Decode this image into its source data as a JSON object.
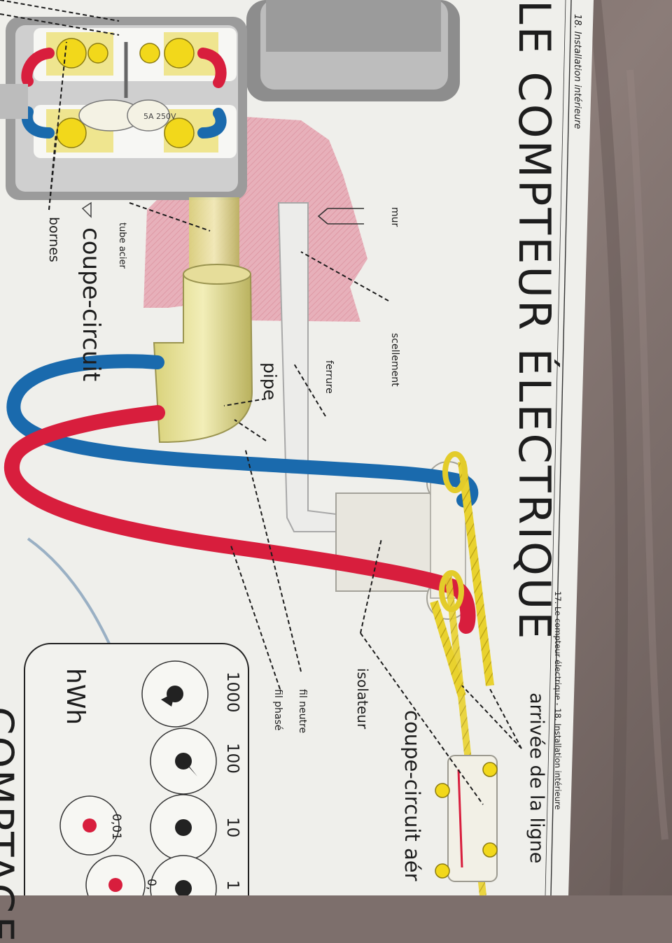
{
  "poster": {
    "header_left": "18. Installation intérieure",
    "header_right": "17. Le compteur électrique  -  18. Installation intérieure",
    "title": "LE COMPTEUR ÉLECTRIQUE",
    "section_bottom": "COMPTAGE",
    "unit": "hWh",
    "fuse_rating": "5A 250V"
  },
  "labels": {
    "bornes": "bornes",
    "coupe_circuit": "coupe-circuit",
    "tube_acier": "tube acier",
    "mur": "mur",
    "scellement": "scellement",
    "ferrure": "ferrure",
    "pipe": "pipe",
    "isolateur": "isolateur",
    "fil_neutre": "fil neutre",
    "fil_phase": "fil phasé",
    "arrivee": "arrivée de la ligne",
    "coupe_circuit_aerien": "coupe-circuit aér"
  },
  "dials": [
    "1000",
    "100",
    "10",
    "1"
  ],
  "dial_small": "0,01",
  "dial_small2": "0,",
  "colors": {
    "paper": "#eeeeea",
    "wall": "#e3a9b3",
    "phase_wire": "#d81e3d",
    "neutral_wire": "#1a6aad",
    "brass": "#e6df86",
    "line_wire": "#e3cc2a",
    "background_fabric": "#7d6f6c"
  },
  "icons": [
    "meter-dial-icon",
    "wire-coil-icon",
    "arrow-icon"
  ]
}
